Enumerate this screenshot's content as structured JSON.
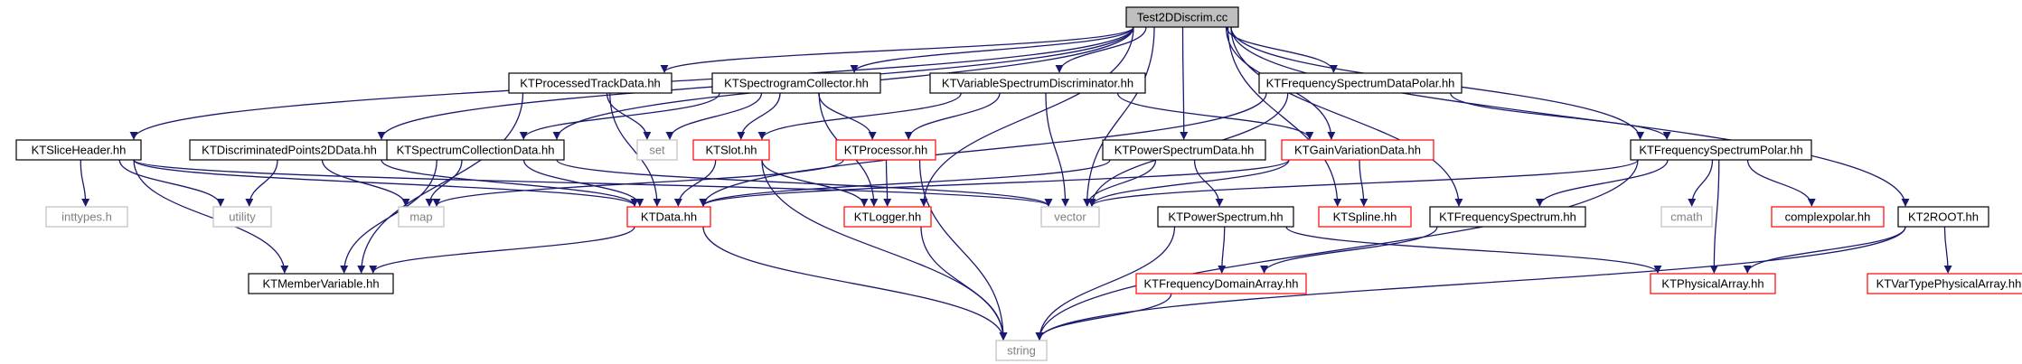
{
  "colors": {
    "edge": "#191970",
    "edge_red": "#c0392b",
    "border_black": "#000000",
    "border_red": "#ff0000",
    "border_gray": "#bfbfbf",
    "root_fill": "#bfbfbf",
    "text_normal": "#000000",
    "text_gray": "#808080"
  },
  "nodes": [
    {
      "id": "root",
      "label": "Test2DDiscrim.cc",
      "kind": "root"
    },
    {
      "id": "processedTrack",
      "label": "KTProcessedTrackData.hh",
      "kind": "black"
    },
    {
      "id": "specCollector",
      "label": "KTSpectrogramCollector.hh",
      "kind": "black"
    },
    {
      "id": "varSpecDisc",
      "label": "KTVariableSpectrumDiscriminator.hh",
      "kind": "black"
    },
    {
      "id": "freqPolarData",
      "label": "KTFrequencySpectrumDataPolar.hh",
      "kind": "black"
    },
    {
      "id": "sliceHeader",
      "label": "KTSliceHeader.hh",
      "kind": "black"
    },
    {
      "id": "discPoints",
      "label": "KTDiscriminatedPoints2DData.hh",
      "kind": "black"
    },
    {
      "id": "specCollData",
      "label": "KTSpectrumCollectionData.hh",
      "kind": "black"
    },
    {
      "id": "set",
      "label": "set",
      "kind": "gray"
    },
    {
      "id": "slot",
      "label": "KTSlot.hh",
      "kind": "red"
    },
    {
      "id": "processor",
      "label": "KTProcessor.hh",
      "kind": "red"
    },
    {
      "id": "powerSpecData",
      "label": "KTPowerSpectrumData.hh",
      "kind": "black"
    },
    {
      "id": "gainVar",
      "label": "KTGainVariationData.hh",
      "kind": "red"
    },
    {
      "id": "freqPolar",
      "label": "KTFrequencySpectrumPolar.hh",
      "kind": "black"
    },
    {
      "id": "inttypes",
      "label": "inttypes.h",
      "kind": "gray"
    },
    {
      "id": "utility",
      "label": "utility",
      "kind": "gray"
    },
    {
      "id": "map",
      "label": "map",
      "kind": "gray"
    },
    {
      "id": "data",
      "label": "KTData.hh",
      "kind": "red"
    },
    {
      "id": "logger",
      "label": "KTLogger.hh",
      "kind": "red"
    },
    {
      "id": "vector",
      "label": "vector",
      "kind": "gray"
    },
    {
      "id": "powerSpec",
      "label": "KTPowerSpectrum.hh",
      "kind": "black"
    },
    {
      "id": "spline",
      "label": "KTSpline.hh",
      "kind": "red"
    },
    {
      "id": "freqSpec",
      "label": "KTFrequencySpectrum.hh",
      "kind": "black"
    },
    {
      "id": "cmath",
      "label": "cmath",
      "kind": "gray"
    },
    {
      "id": "complexpolar",
      "label": "complexpolar.hh",
      "kind": "red"
    },
    {
      "id": "ktroot",
      "label": "KT2ROOT.hh",
      "kind": "black"
    },
    {
      "id": "memberVar",
      "label": "KTMemberVariable.hh",
      "kind": "black"
    },
    {
      "id": "freqDomArr",
      "label": "KTFrequencyDomainArray.hh",
      "kind": "red"
    },
    {
      "id": "physArr",
      "label": "KTPhysicalArray.hh",
      "kind": "red"
    },
    {
      "id": "varTypePhys",
      "label": "KTVarTypePhysicalArray.hh",
      "kind": "red"
    },
    {
      "id": "string",
      "label": "string",
      "kind": "gray"
    }
  ],
  "edges": [
    [
      "root",
      "processedTrack"
    ],
    [
      "root",
      "specCollector"
    ],
    [
      "root",
      "varSpecDisc"
    ],
    [
      "root",
      "freqPolarData"
    ],
    [
      "root",
      "sliceHeader"
    ],
    [
      "root",
      "discPoints"
    ],
    [
      "root",
      "specCollData"
    ],
    [
      "root",
      "powerSpecData"
    ],
    [
      "root",
      "gainVar"
    ],
    [
      "root",
      "freqPolar"
    ],
    [
      "root",
      "logger"
    ],
    [
      "root",
      "vector"
    ],
    [
      "root",
      "spline"
    ],
    [
      "root",
      "freqSpec"
    ],
    [
      "root",
      "ktroot"
    ],
    [
      "processedTrack",
      "set"
    ],
    [
      "processedTrack",
      "data"
    ],
    [
      "processedTrack",
      "memberVar"
    ],
    [
      "specCollector",
      "set"
    ],
    [
      "specCollector",
      "slot"
    ],
    [
      "specCollector",
      "processor"
    ],
    [
      "specCollector",
      "specCollData"
    ],
    [
      "specCollector",
      "logger"
    ],
    [
      "varSpecDisc",
      "slot"
    ],
    [
      "varSpecDisc",
      "processor"
    ],
    [
      "varSpecDisc",
      "gainVar"
    ],
    [
      "varSpecDisc",
      "vector"
    ],
    [
      "freqPolarData",
      "freqPolar"
    ],
    [
      "freqPolarData",
      "data"
    ],
    [
      "freqPolarData",
      "vector"
    ],
    [
      "sliceHeader",
      "inttypes"
    ],
    [
      "sliceHeader",
      "utility"
    ],
    [
      "sliceHeader",
      "memberVar"
    ],
    [
      "sliceHeader",
      "data"
    ],
    [
      "sliceHeader",
      "vector"
    ],
    [
      "discPoints",
      "utility"
    ],
    [
      "discPoints",
      "map"
    ],
    [
      "discPoints",
      "data"
    ],
    [
      "specCollData",
      "map"
    ],
    [
      "specCollData",
      "data"
    ],
    [
      "specCollData",
      "memberVar"
    ],
    [
      "specCollData",
      "vector"
    ],
    [
      "slot",
      "data"
    ],
    [
      "slot",
      "logger"
    ],
    [
      "slot",
      "string"
    ],
    [
      "processor",
      "logger"
    ],
    [
      "processor",
      "map"
    ],
    [
      "processor",
      "string"
    ],
    [
      "powerSpecData",
      "vector"
    ],
    [
      "powerSpecData",
      "data"
    ],
    [
      "powerSpecData",
      "powerSpec"
    ],
    [
      "gainVar",
      "spline"
    ],
    [
      "gainVar",
      "data"
    ],
    [
      "gainVar",
      "vector"
    ],
    [
      "freqPolar",
      "freqSpec"
    ],
    [
      "freqPolar",
      "cmath"
    ],
    [
      "freqPolar",
      "complexpolar"
    ],
    [
      "freqPolar",
      "physArr"
    ],
    [
      "freqPolar",
      "string"
    ],
    [
      "freqPolar",
      "vector"
    ],
    [
      "data",
      "memberVar"
    ],
    [
      "data",
      "string"
    ],
    [
      "logger",
      "string"
    ],
    [
      "powerSpec",
      "freqDomArr"
    ],
    [
      "powerSpec",
      "physArr"
    ],
    [
      "powerSpec",
      "string"
    ],
    [
      "freqSpec",
      "freqDomArr"
    ],
    [
      "freqDomArr",
      "string"
    ],
    [
      "ktroot",
      "physArr"
    ],
    [
      "ktroot",
      "varTypePhys"
    ],
    [
      "ktroot",
      "string"
    ]
  ]
}
